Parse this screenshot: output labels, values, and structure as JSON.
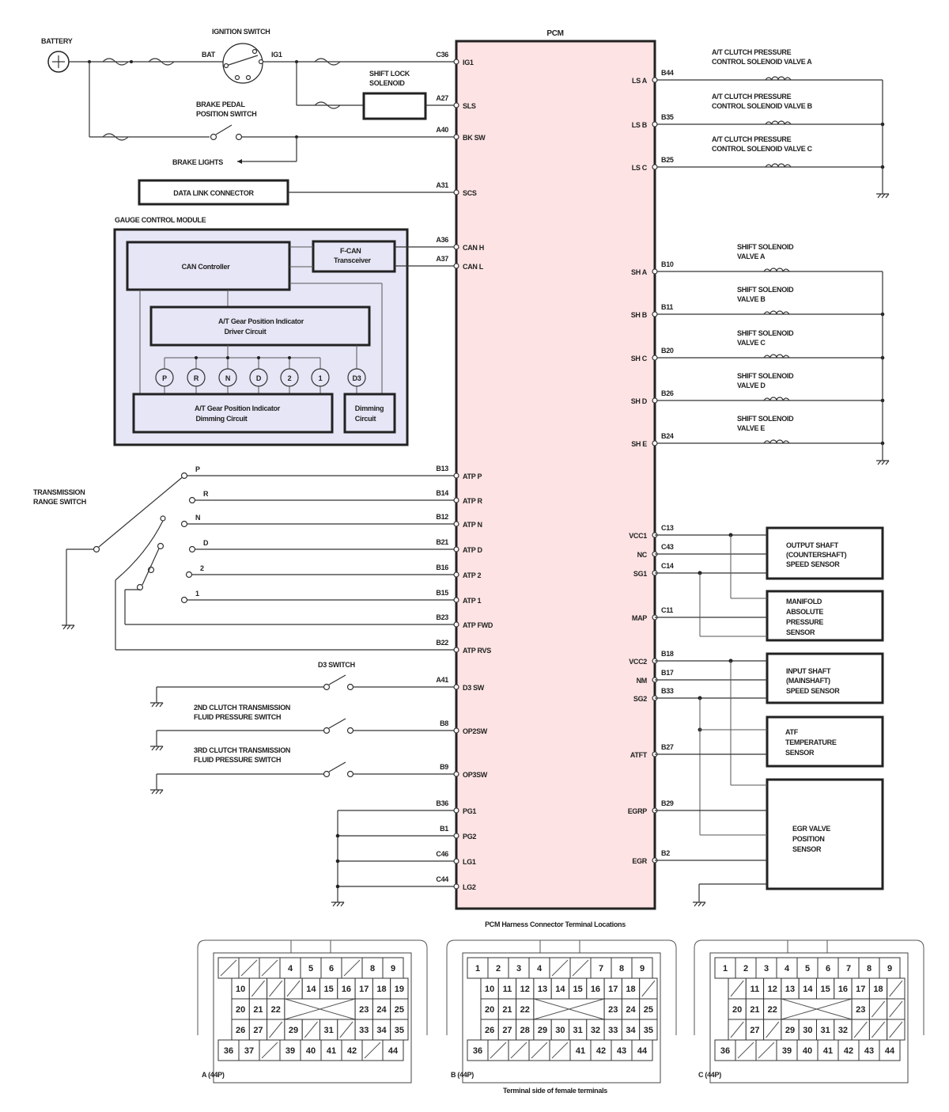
{
  "pcm": {
    "label": "PCM",
    "fill": "#fde3e3"
  },
  "top": {
    "battery": "BATTERY",
    "ignition_switch": "IGNITION SWITCH",
    "bat": "BAT",
    "ig1": "IG1",
    "shift_lock": [
      "SHIFT LOCK",
      "SOLENOID"
    ],
    "brake_pedal": [
      "BRAKE PEDAL",
      "POSITION SWITCH"
    ],
    "brake_lights": "BRAKE LIGHTS",
    "dlc": "DATA LINK CONNECTOR"
  },
  "left_pins": [
    {
      "code": "C36",
      "name": "IG1"
    },
    {
      "code": "A27",
      "name": "SLS"
    },
    {
      "code": "A40",
      "name": "BK SW"
    },
    {
      "code": "A31",
      "name": "SCS"
    },
    {
      "code": "A36",
      "name": "CAN H"
    },
    {
      "code": "A37",
      "name": "CAN L"
    },
    {
      "code": "B13",
      "name": "ATP P"
    },
    {
      "code": "B14",
      "name": "ATP R"
    },
    {
      "code": "B12",
      "name": "ATP N"
    },
    {
      "code": "B21",
      "name": "ATP D"
    },
    {
      "code": "B16",
      "name": "ATP 2"
    },
    {
      "code": "B15",
      "name": "ATP 1"
    },
    {
      "code": "B23",
      "name": "ATP FWD"
    },
    {
      "code": "B22",
      "name": "ATP RVS"
    },
    {
      "code": "A41",
      "name": "D3 SW"
    },
    {
      "code": "B8",
      "name": "OP2SW"
    },
    {
      "code": "B9",
      "name": "OP3SW"
    },
    {
      "code": "B36",
      "name": "PG1"
    },
    {
      "code": "B1",
      "name": "PG2"
    },
    {
      "code": "C46",
      "name": "LG1"
    },
    {
      "code": "C44",
      "name": "LG2"
    }
  ],
  "right_pins": [
    {
      "code": "B44",
      "name": "LS A"
    },
    {
      "code": "B35",
      "name": "LS B"
    },
    {
      "code": "B25",
      "name": "LS C"
    },
    {
      "code": "B10",
      "name": "SH A"
    },
    {
      "code": "B11",
      "name": "SH B"
    },
    {
      "code": "B20",
      "name": "SH C"
    },
    {
      "code": "B26",
      "name": "SH D"
    },
    {
      "code": "B24",
      "name": "SH E"
    },
    {
      "code": "C13",
      "name": "VCC1"
    },
    {
      "code": "C43",
      "name": "NC"
    },
    {
      "code": "C14",
      "name": "SG1"
    },
    {
      "code": "C11",
      "name": "MAP"
    },
    {
      "code": "B18",
      "name": "VCC2"
    },
    {
      "code": "B17",
      "name": "NM"
    },
    {
      "code": "B33",
      "name": "SG2"
    },
    {
      "code": "B27",
      "name": "ATFT"
    },
    {
      "code": "B29",
      "name": "EGRP"
    },
    {
      "code": "B2",
      "name": "EGR"
    }
  ],
  "ls_valves": [
    [
      "A/T CLUTCH PRESSURE",
      "CONTROL SOLENOID VALVE A"
    ],
    [
      "A/T CLUTCH PRESSURE",
      "CONTROL SOLENOID VALVE B"
    ],
    [
      "A/T CLUTCH PRESSURE",
      "CONTROL SOLENOID VALVE C"
    ]
  ],
  "sh_valves": [
    [
      "SHIFT SOLENOID",
      "VALVE A"
    ],
    [
      "SHIFT SOLENOID",
      "VALVE B"
    ],
    [
      "SHIFT SOLENOID",
      "VALVE C"
    ],
    [
      "SHIFT SOLENOID",
      "VALVE D"
    ],
    [
      "SHIFT SOLENOID",
      "VALVE E"
    ]
  ],
  "sensors": {
    "output_shaft": [
      "OUTPUT SHAFT",
      "(COUNTERSHAFT)",
      "SPEED SENSOR"
    ],
    "map": [
      "MANIFOLD",
      "ABSOLUTE",
      "PRESSURE",
      "SENSOR"
    ],
    "input_shaft": [
      "INPUT SHAFT",
      "(MAINSHAFT)",
      "SPEED SENSOR"
    ],
    "atf_temp": [
      "ATF",
      "TEMPERATURE",
      "SENSOR"
    ],
    "egr": [
      "EGR VALVE",
      "POSITION",
      "SENSOR"
    ]
  },
  "gauge": {
    "title": "GAUGE CONTROL MODULE",
    "can_controller": "CAN Controller",
    "fcan": [
      "F-CAN",
      "Transceiver"
    ],
    "driver": [
      "A/T Gear Position Indicator",
      "Driver Circuit"
    ],
    "dimming": [
      "A/T Gear Position Indicator",
      "Dimming Circuit"
    ],
    "dim_circuit": [
      "Dimming",
      "Circuit"
    ],
    "indicators": [
      "P",
      "R",
      "N",
      "D",
      "2",
      "1"
    ],
    "d3": "D3"
  },
  "range_switch": {
    "title": [
      "TRANSMISSION",
      "RANGE SWITCH"
    ],
    "positions": [
      "P",
      "R",
      "N",
      "D",
      "2",
      "1"
    ]
  },
  "switches": {
    "d3": "D3 SWITCH",
    "op2": [
      "2ND CLUTCH TRANSMISSION",
      "FLUID PRESSURE SWITCH"
    ],
    "op3": [
      "3RD CLUTCH TRANSMISSION",
      "FLUID PRESSURE SWITCH"
    ]
  },
  "connectors": {
    "title": "PCM Harness Connector Terminal Locations",
    "footer": "Terminal side of female terminals",
    "list": [
      {
        "label": "A (44P)",
        "rows": [
          [
            "/",
            "/",
            "/",
            "4",
            "5",
            "6",
            "/",
            "8",
            "9"
          ],
          [
            "10",
            "/",
            "/",
            "/",
            "14",
            "15",
            "16",
            "17",
            "18",
            "19"
          ],
          [
            "20",
            "21",
            "22",
            "X",
            "23",
            "24",
            "25"
          ],
          [
            "26",
            "27",
            "/",
            "29",
            "/",
            "31",
            "/",
            "33",
            "34",
            "35"
          ],
          [
            "36",
            "37",
            "/",
            "39",
            "40",
            "41",
            "42",
            "/",
            "44"
          ]
        ]
      },
      {
        "label": "B (44P)",
        "rows": [
          [
            "1",
            "2",
            "3",
            "4",
            "/",
            "/",
            "7",
            "8",
            "9"
          ],
          [
            "10",
            "11",
            "12",
            "13",
            "14",
            "15",
            "16",
            "17",
            "18",
            "/"
          ],
          [
            "20",
            "21",
            "22",
            "X",
            "23",
            "24",
            "25"
          ],
          [
            "26",
            "27",
            "28",
            "29",
            "30",
            "31",
            "32",
            "33",
            "34",
            "35"
          ],
          [
            "36",
            "/",
            "/",
            "/",
            "/",
            "41",
            "42",
            "43",
            "44"
          ]
        ]
      },
      {
        "label": "C (44P)",
        "rows": [
          [
            "1",
            "2",
            "3",
            "4",
            "5",
            "6",
            "7",
            "8",
            "9"
          ],
          [
            "/",
            "11",
            "12",
            "13",
            "14",
            "15",
            "16",
            "17",
            "18",
            "/"
          ],
          [
            "20",
            "21",
            "22",
            "X",
            "23",
            "/",
            "/"
          ],
          [
            "/",
            "27",
            "/",
            "29",
            "30",
            "31",
            "32",
            "/",
            "/",
            "/"
          ],
          [
            "36",
            "/",
            "/",
            "39",
            "40",
            "41",
            "42",
            "43",
            "44"
          ]
        ]
      }
    ]
  }
}
